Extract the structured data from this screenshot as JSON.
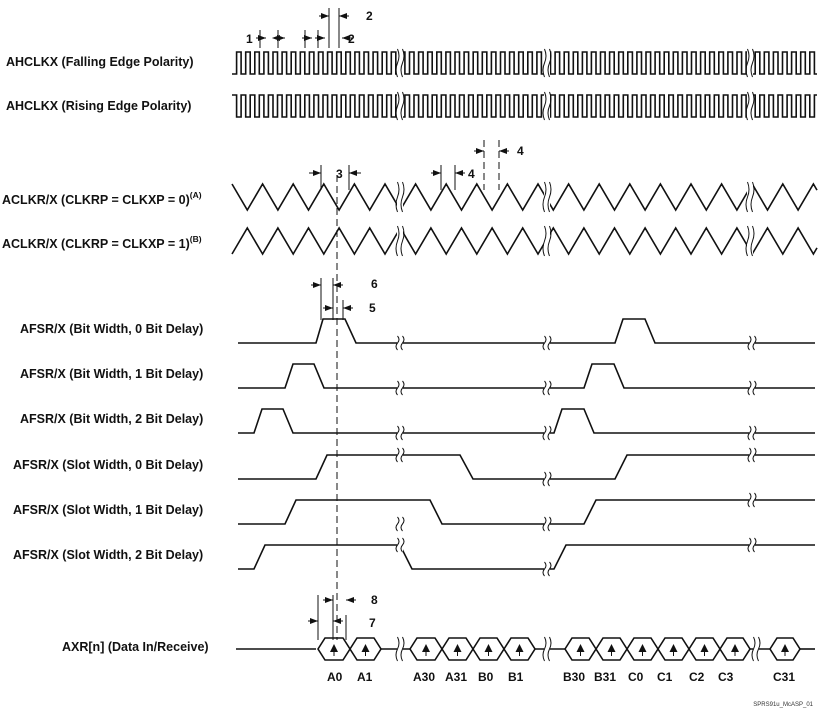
{
  "signals": [
    {
      "id": "ahclkx_fall",
      "label": "AHCLKX (Falling Edge Polarity)",
      "sup": ""
    },
    {
      "id": "ahclkx_rise",
      "label": "AHCLKX (Rising Edge Polarity)",
      "sup": ""
    },
    {
      "id": "aclk0",
      "label": "ACLKR/X (CLKRP = CLKXP = 0)",
      "sup": "(A)"
    },
    {
      "id": "aclk1",
      "label": "ACLKR/X (CLKRP = CLKXP = 1)",
      "sup": "(B)"
    },
    {
      "id": "afsr_bit0",
      "label": "AFSR/X (Bit Width, 0 Bit Delay)",
      "sup": ""
    },
    {
      "id": "afsr_bit1",
      "label": "AFSR/X (Bit Width, 1 Bit Delay)",
      "sup": ""
    },
    {
      "id": "afsr_bit2",
      "label": "AFSR/X (Bit Width, 2 Bit Delay)",
      "sup": ""
    },
    {
      "id": "afsr_slot0",
      "label": "AFSR/X (Slot Width, 0 Bit Delay)",
      "sup": ""
    },
    {
      "id": "afsr_slot1",
      "label": "AFSR/X (Slot Width, 1 Bit Delay)",
      "sup": ""
    },
    {
      "id": "afsr_slot2",
      "label": "AFSR/X (Slot Width, 2 Bit Delay)",
      "sup": ""
    },
    {
      "id": "axr",
      "label": "AXR[n] (Data In/Receive)",
      "sup": ""
    }
  ],
  "timing_markers": [
    "1",
    "2",
    "2",
    "3",
    "4",
    "4",
    "5",
    "6",
    "7",
    "8"
  ],
  "data_labels": [
    "A0",
    "A1",
    "A30",
    "A31",
    "B0",
    "B1",
    "B30",
    "B31",
    "C0",
    "C1",
    "C2",
    "C3",
    "C31"
  ],
  "footnote": "SPRS91u_McASP_01"
}
